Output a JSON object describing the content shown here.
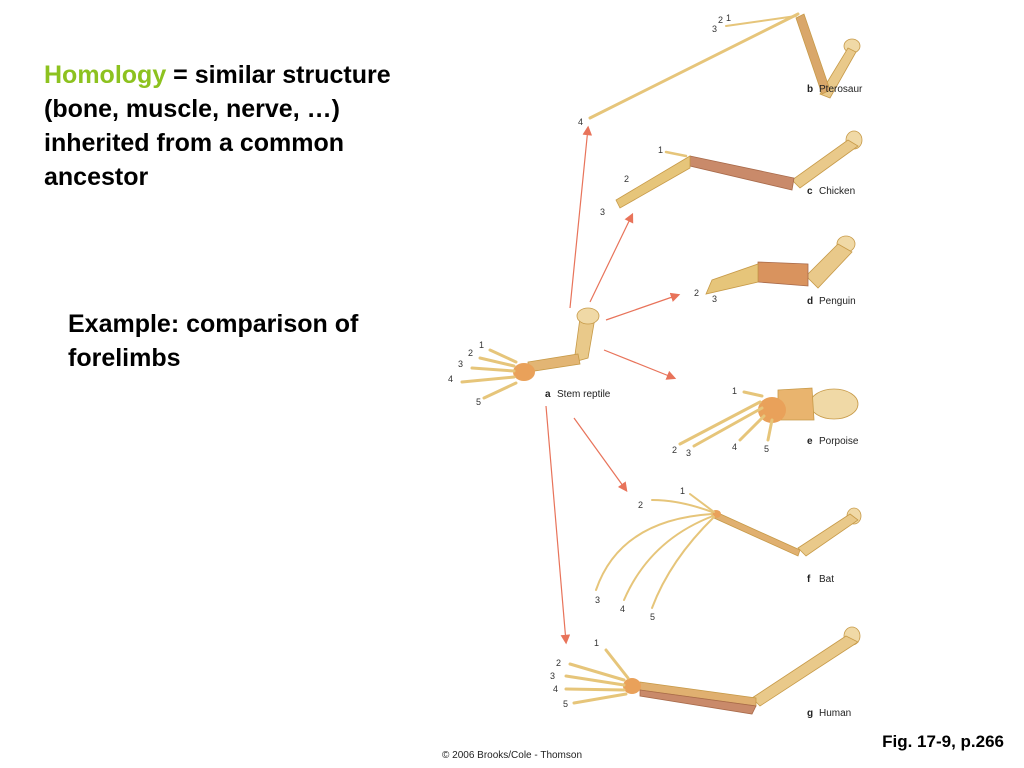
{
  "definition": {
    "term": "Homology",
    "rest_line1": " = similar structure",
    "line2": "(bone, muscle, nerve, …)",
    "line3": "inherited from a common",
    "line4": "ancestor"
  },
  "example": {
    "line1": "Example: comparison of",
    "line2": "forelimbs"
  },
  "figure_ref": "Fig. 17-9, p.266",
  "credit": "© 2006 Brooks/Cole - Thomson",
  "colors": {
    "term": "#8dc21f",
    "bone": "#e9c98a",
    "bone_dark": "#d9a94f",
    "radius_shade": "#c98a6a",
    "wrist": "#e9a15a",
    "arrow": "#e8735a"
  },
  "limbs": [
    {
      "letter": "a",
      "name": "Stem reptile",
      "digits": [
        "1",
        "2",
        "3",
        "4",
        "5"
      ]
    },
    {
      "letter": "b",
      "name": "Pterosaur",
      "digits": [
        "2",
        "1",
        "3",
        "4"
      ]
    },
    {
      "letter": "c",
      "name": "Chicken",
      "digits": [
        "1",
        "2",
        "3"
      ]
    },
    {
      "letter": "d",
      "name": "Penguin",
      "digits": [
        "2",
        "3"
      ]
    },
    {
      "letter": "e",
      "name": "Porpoise",
      "digits": [
        "1",
        "2",
        "3",
        "4",
        "5"
      ]
    },
    {
      "letter": "f",
      "name": "Bat",
      "digits": [
        "1",
        "2",
        "3",
        "4",
        "5"
      ]
    },
    {
      "letter": "g",
      "name": "Human",
      "digits": [
        "1",
        "2",
        "3",
        "4",
        "5"
      ]
    }
  ]
}
